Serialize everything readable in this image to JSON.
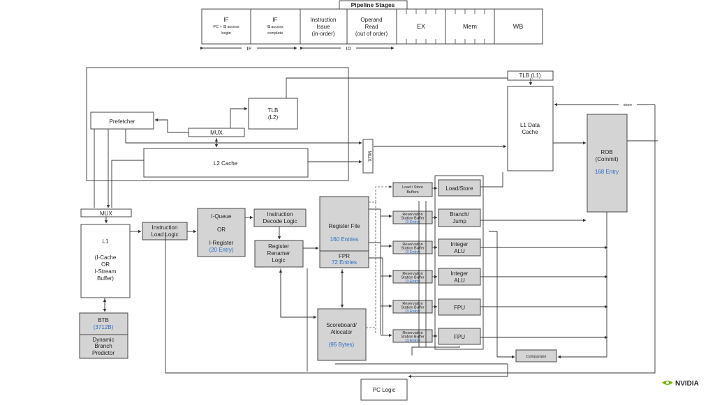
{
  "pipeline": {
    "title": "Pipeline Stages",
    "stages": [
      {
        "lines": [
          "IF",
          "PC + I$ access",
          "begin"
        ]
      },
      {
        "lines": [
          "IF",
          "I$ access",
          "complete"
        ]
      },
      {
        "lines": [
          "Instruction",
          "Issue",
          "(in-order)"
        ]
      },
      {
        "lines": [
          "Operand",
          "Read",
          "(out of order)"
        ]
      },
      {
        "lines": [
          "EX"
        ]
      },
      {
        "lines": [
          "Mem"
        ]
      },
      {
        "lines": [
          "WB"
        ]
      }
    ],
    "groups": [
      "IF",
      "ID"
    ]
  },
  "blocks": {
    "prefetcher": "Prefetcher",
    "mux_top": "MUX",
    "tlb_l2": [
      "TLB",
      "(L2)"
    ],
    "l2_cache": "L2 Cache",
    "mux_mid": "MUX",
    "tlb_l1": "TLB (L1)",
    "l1_data_cache": [
      "L1 Data",
      "Cache"
    ],
    "rob": [
      "ROB",
      "(Commit)"
    ],
    "rob_entries": "168 Entry",
    "mux_left": "MUX",
    "l1": [
      "L1",
      "",
      "(I-Cache",
      "OR",
      "I-Stream",
      "Buffer)"
    ],
    "instruction_load_logic": [
      "Instruction",
      "Load Logic"
    ],
    "iqueue": [
      "I-Queue",
      "",
      "OR",
      "",
      "I-Register"
    ],
    "iqueue_entries": "(20 Entry)",
    "instruction_decode_logic": [
      "Instruction",
      "Decode Logic"
    ],
    "register_renamer_logic": [
      "Register",
      "Renamer",
      "Logic"
    ],
    "register_file": "Register File",
    "register_file_entries": "160 Entries",
    "fpr": "FPR",
    "fpr_entries": "72 Entries",
    "scoreboard": [
      "Scoreboard/",
      "Allocator"
    ],
    "scoreboard_size": "(95 Bytes)",
    "btb": "BTB",
    "btb_size": "(3712B)",
    "dynamic_branch_predictor": [
      "Dynamic",
      "Branch",
      "Predictor"
    ],
    "load_store_buffers": [
      "Load / Store",
      "Buffers"
    ],
    "reservation_station_buffer": [
      "Reservation",
      "Station Buffer"
    ],
    "reservation_entries": "(3 Entry)",
    "load_store": "Load/Store",
    "branch_jump": [
      "Branch/",
      "Jump"
    ],
    "integer_alu": [
      "Integer",
      "ALU"
    ],
    "fpu": "FPU",
    "comparator": "Comparator",
    "pc_logic": "PC Logic",
    "store_label": "store"
  },
  "brand": {
    "logo_text": "NVIDIA",
    "color": "#76b900"
  }
}
